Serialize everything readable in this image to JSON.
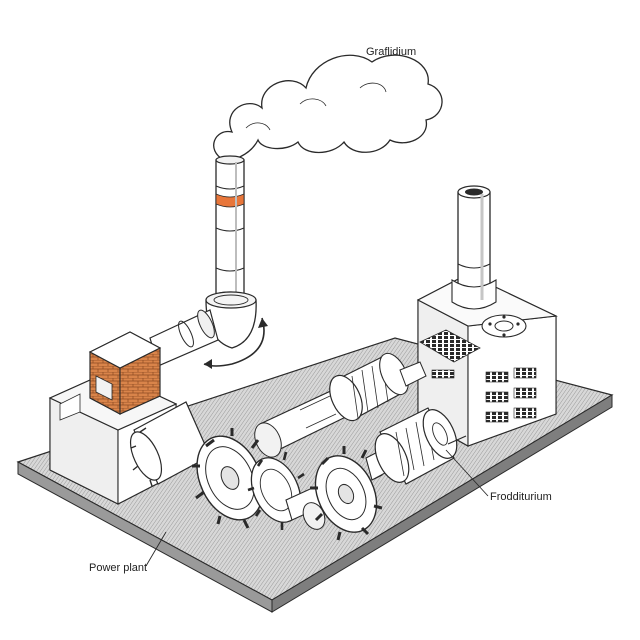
{
  "labels": {
    "smoke": "Graflidium",
    "generator": "Frodditurium",
    "base": "Power plant"
  },
  "colors": {
    "line": "#2a2a2a",
    "fill": "#ffffff",
    "shade": "#e4e4e4",
    "dark": "#3a3a3a",
    "stripe_orange": "#e8763a",
    "brick": "#d9844a",
    "brick_dark": "#b8612e",
    "floor": "#cfcfcf"
  }
}
